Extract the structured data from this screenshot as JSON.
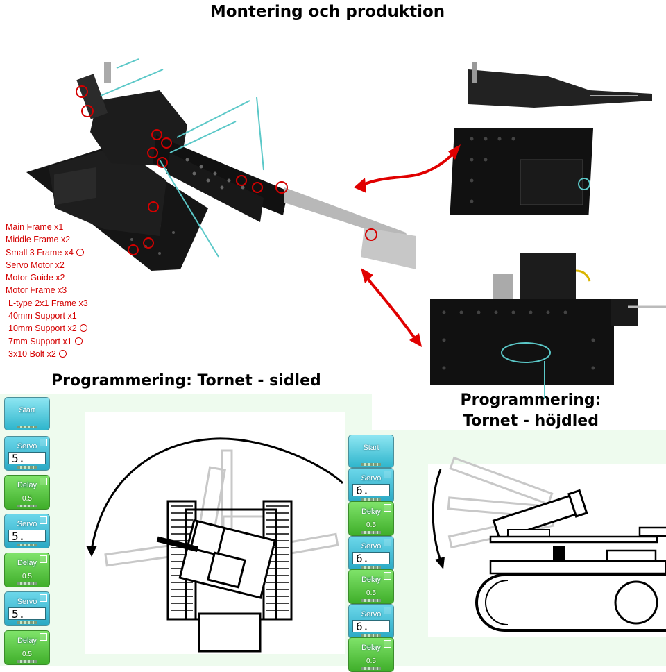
{
  "titles": {
    "main": "Montering och produktion",
    "side": "Programmering: Tornet - sidled",
    "height_line1": "Programmering:",
    "height_line2": "Tornet - höjdled"
  },
  "parts_list": [
    {
      "name": "Main Frame",
      "qty": "x1",
      "symbol": false
    },
    {
      "name": "Middle Frame",
      "qty": "x2",
      "symbol": false
    },
    {
      "name": "Small 3 Frame",
      "qty": "x4",
      "symbol": true
    },
    {
      "name": "Servo Motor",
      "qty": "x2",
      "symbol": false
    },
    {
      "name": "Motor Guide",
      "qty": "x2",
      "symbol": false
    },
    {
      "name": "Motor Frame",
      "qty": "x3",
      "symbol": false
    },
    {
      "name": "L-type 2x1 Frame",
      "qty": "x3",
      "symbol": false
    },
    {
      "name": "40mm Support",
      "qty": "x1",
      "symbol": false
    },
    {
      "name": "10mm Support",
      "qty": "x2",
      "symbol": true
    },
    {
      "name": "7mm Support",
      "qty": "x1",
      "symbol": true
    },
    {
      "name": "3x10 Bolt",
      "qty": "x2",
      "symbol": true
    }
  ],
  "program_side": [
    {
      "type": "start",
      "label": "Start"
    },
    {
      "type": "servo",
      "label": "Servo",
      "value": "5."
    },
    {
      "type": "delay",
      "label": "Delay",
      "value": "0.5"
    },
    {
      "type": "servo",
      "label": "Servo",
      "value": "5."
    },
    {
      "type": "delay",
      "label": "Delay",
      "value": "0.5"
    },
    {
      "type": "servo",
      "label": "Servo",
      "value": "5."
    },
    {
      "type": "delay",
      "label": "Delay",
      "value": "0.5"
    }
  ],
  "program_height": [
    {
      "type": "start",
      "label": "Start"
    },
    {
      "type": "servo",
      "label": "Servo",
      "value": "6."
    },
    {
      "type": "delay",
      "label": "Delay",
      "value": "0.5"
    },
    {
      "type": "servo",
      "label": "Servo",
      "value": "6."
    },
    {
      "type": "delay",
      "label": "Delay",
      "value": "0.5"
    },
    {
      "type": "servo",
      "label": "Servo",
      "value": "6."
    },
    {
      "type": "delay",
      "label": "Delay",
      "value": "0.5"
    }
  ],
  "colors": {
    "annotation_red": "#d40000",
    "leader_cyan": "#5bc8c8",
    "panel_bg": "#eefbee",
    "start_block": "#3cc6dc",
    "servo_block": "#34b6d0",
    "delay_block": "#4cc235"
  },
  "icons": [
    "servo-motor",
    "frame-plate",
    "double-arrow",
    "rotation-arc",
    "tank"
  ]
}
